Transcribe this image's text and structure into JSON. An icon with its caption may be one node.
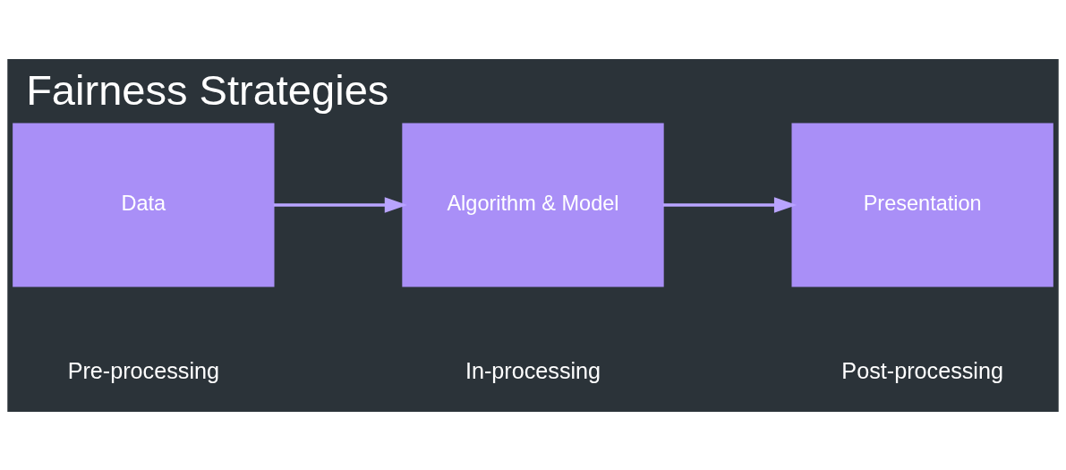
{
  "diagram": {
    "title": "Fairness Strategies",
    "nodes": [
      {
        "text": [
          "Data"
        ],
        "beside": [
          "Pre-processing"
        ]
      },
      {
        "text": [
          "Algorithm & Model"
        ],
        "beside": [
          "In-processing"
        ]
      },
      {
        "text": [
          "Presentation"
        ],
        "beside": [
          "Post-processing"
        ]
      }
    ],
    "edges": [
      {
        "from": 0,
        "to": 1,
        "arrow": "to"
      },
      {
        "from": 1,
        "to": 2,
        "arrow": "to"
      }
    ]
  }
}
